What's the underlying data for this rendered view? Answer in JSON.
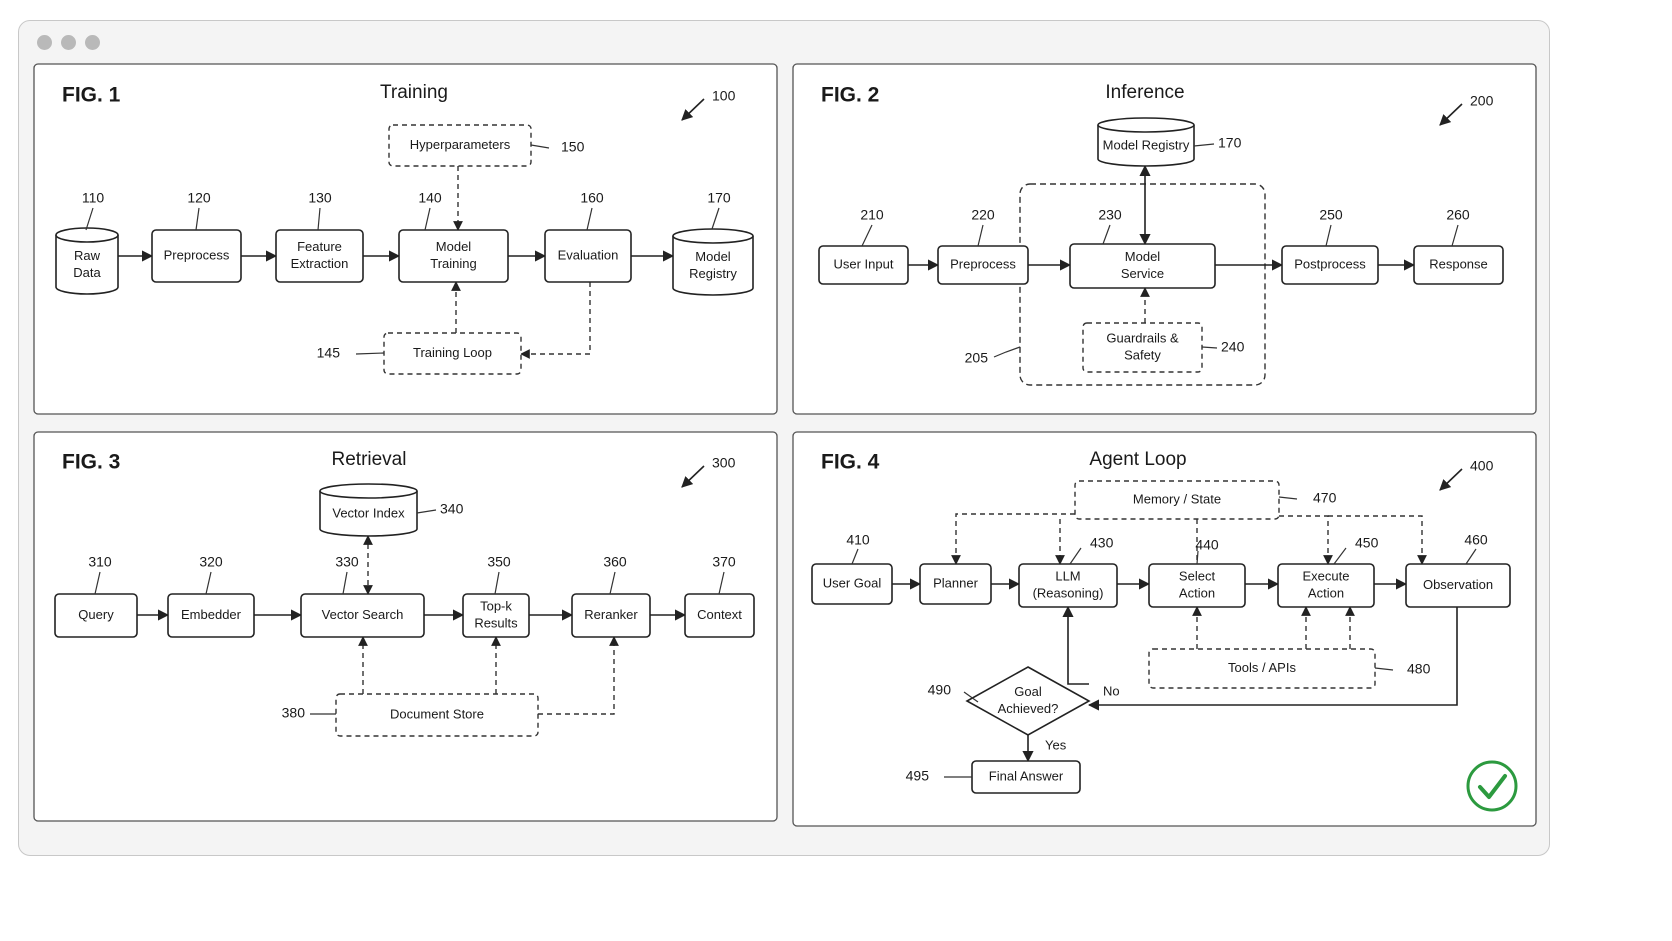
{
  "figures": [
    {
      "id": "fig1",
      "label": "FIG. 1",
      "title": "Training",
      "ref": "100",
      "nodes": [
        {
          "id": "raw-data",
          "shape": "cylinder",
          "lines": [
            "Raw",
            "Data"
          ],
          "ref": "110"
        },
        {
          "id": "preprocess",
          "shape": "box",
          "lines": [
            "Preprocess"
          ],
          "ref": "120"
        },
        {
          "id": "feature-extraction",
          "shape": "box",
          "lines": [
            "Feature",
            "Extraction"
          ],
          "ref": "130"
        },
        {
          "id": "model-training",
          "shape": "box",
          "lines": [
            "Model",
            "Training"
          ],
          "ref": "140"
        },
        {
          "id": "evaluation",
          "shape": "box",
          "lines": [
            "Evaluation"
          ],
          "ref": "160"
        },
        {
          "id": "model-registry",
          "shape": "cylinder",
          "lines": [
            "Model",
            "Registry"
          ],
          "ref": "170"
        },
        {
          "id": "hyperparameters",
          "shape": "dashed-box",
          "lines": [
            "Hyperparameters"
          ],
          "ref": "150"
        },
        {
          "id": "training-loop",
          "shape": "dashed-box",
          "lines": [
            "Training Loop"
          ],
          "ref": "145"
        }
      ],
      "edges": [
        {
          "from": "raw-data",
          "to": "preprocess",
          "style": "solid"
        },
        {
          "from": "preprocess",
          "to": "feature-extraction",
          "style": "solid"
        },
        {
          "from": "feature-extraction",
          "to": "model-training",
          "style": "solid"
        },
        {
          "from": "model-training",
          "to": "evaluation",
          "style": "solid"
        },
        {
          "from": "evaluation",
          "to": "model-registry",
          "style": "solid"
        },
        {
          "from": "hyperparameters",
          "to": "model-training",
          "style": "dashed"
        },
        {
          "from": "evaluation",
          "to": "training-loop",
          "style": "dashed"
        },
        {
          "from": "training-loop",
          "to": "model-training",
          "style": "dashed"
        }
      ]
    },
    {
      "id": "fig2",
      "label": "FIG. 2",
      "title": "Inference",
      "ref": "200",
      "region": {
        "name": "serving-region",
        "ref": "205"
      },
      "nodes": [
        {
          "id": "user-input",
          "shape": "box",
          "lines": [
            "User Input"
          ],
          "ref": "210"
        },
        {
          "id": "preprocess",
          "shape": "box",
          "lines": [
            "Preprocess"
          ],
          "ref": "220"
        },
        {
          "id": "model-service",
          "shape": "box",
          "lines": [
            "Model",
            "Service"
          ],
          "ref": "230"
        },
        {
          "id": "guardrails",
          "shape": "dashed-box",
          "lines": [
            "Guardrails &",
            "Safety"
          ],
          "ref": "240"
        },
        {
          "id": "postprocess",
          "shape": "box",
          "lines": [
            "Postprocess"
          ],
          "ref": "250"
        },
        {
          "id": "response",
          "shape": "box",
          "lines": [
            "Response"
          ],
          "ref": "260"
        },
        {
          "id": "model-registry",
          "shape": "cylinder",
          "lines": [
            "Model Registry"
          ],
          "ref": "170"
        }
      ],
      "edges": [
        {
          "from": "user-input",
          "to": "preprocess",
          "style": "solid"
        },
        {
          "from": "preprocess",
          "to": "model-service",
          "style": "solid"
        },
        {
          "from": "model-service",
          "to": "postprocess",
          "style": "solid"
        },
        {
          "from": "postprocess",
          "to": "response",
          "style": "solid"
        },
        {
          "from": "model-service",
          "to": "model-registry",
          "style": "solid",
          "bidirectional": true
        },
        {
          "from": "guardrails",
          "to": "model-service",
          "style": "dashed"
        }
      ]
    },
    {
      "id": "fig3",
      "label": "FIG. 3",
      "title": "Retrieval",
      "ref": "300",
      "nodes": [
        {
          "id": "query",
          "shape": "box",
          "lines": [
            "Query"
          ],
          "ref": "310"
        },
        {
          "id": "embedder",
          "shape": "box",
          "lines": [
            "Embedder"
          ],
          "ref": "320"
        },
        {
          "id": "vector-search",
          "shape": "box",
          "lines": [
            "Vector Search"
          ],
          "ref": "330"
        },
        {
          "id": "topk-results",
          "shape": "box",
          "lines": [
            "Top-k",
            "Results"
          ],
          "ref": "350"
        },
        {
          "id": "reranker",
          "shape": "box",
          "lines": [
            "Reranker"
          ],
          "ref": "360"
        },
        {
          "id": "context",
          "shape": "box",
          "lines": [
            "Context"
          ],
          "ref": "370"
        },
        {
          "id": "vector-index",
          "shape": "cylinder",
          "lines": [
            "Vector Index"
          ],
          "ref": "340"
        },
        {
          "id": "document-store",
          "shape": "dashed-box",
          "lines": [
            "Document Store"
          ],
          "ref": "380"
        }
      ],
      "edges": [
        {
          "from": "query",
          "to": "embedder",
          "style": "solid"
        },
        {
          "from": "embedder",
          "to": "vector-search",
          "style": "solid"
        },
        {
          "from": "vector-search",
          "to": "topk-results",
          "style": "solid"
        },
        {
          "from": "topk-results",
          "to": "reranker",
          "style": "solid"
        },
        {
          "from": "reranker",
          "to": "context",
          "style": "solid"
        },
        {
          "from": "vector-search",
          "to": "vector-index",
          "style": "dashed",
          "bidirectional": true
        },
        {
          "from": "document-store",
          "to": "vector-search",
          "style": "dashed"
        },
        {
          "from": "document-store",
          "to": "topk-results",
          "style": "dashed"
        },
        {
          "from": "document-store",
          "to": "reranker",
          "style": "dashed"
        }
      ]
    },
    {
      "id": "fig4",
      "label": "FIG. 4",
      "title": "Agent Loop",
      "ref": "400",
      "nodes": [
        {
          "id": "user-goal",
          "shape": "box",
          "lines": [
            "User Goal"
          ],
          "ref": "410"
        },
        {
          "id": "planner",
          "shape": "box",
          "lines": [
            "Planner"
          ],
          "ref": ""
        },
        {
          "id": "llm",
          "shape": "box",
          "lines": [
            "LLM",
            "(Reasoning)"
          ],
          "ref": "430"
        },
        {
          "id": "select-action",
          "shape": "box",
          "lines": [
            "Select",
            "Action"
          ],
          "ref": "440"
        },
        {
          "id": "execute-action",
          "shape": "box",
          "lines": [
            "Execute",
            "Action"
          ],
          "ref": "450"
        },
        {
          "id": "observation",
          "shape": "box",
          "lines": [
            "Observation"
          ],
          "ref": "460"
        },
        {
          "id": "memory-state",
          "shape": "dashed-box",
          "lines": [
            "Memory / State"
          ],
          "ref": "470"
        },
        {
          "id": "tools-apis",
          "shape": "dashed-box",
          "lines": [
            "Tools  / APIs"
          ],
          "ref": "480"
        },
        {
          "id": "goal-achieved",
          "shape": "diamond",
          "lines": [
            "Goal",
            "Achieved?"
          ],
          "ref": "490"
        },
        {
          "id": "final-answer",
          "shape": "box",
          "lines": [
            "Final Answer"
          ],
          "ref": "495"
        }
      ],
      "edge_labels": {
        "no": "No",
        "yes": "Yes"
      },
      "edges": [
        {
          "from": "user-goal",
          "to": "planner",
          "style": "solid"
        },
        {
          "from": "planner",
          "to": "llm",
          "style": "solid"
        },
        {
          "from": "llm",
          "to": "select-action",
          "style": "solid"
        },
        {
          "from": "select-action",
          "to": "execute-action",
          "style": "solid"
        },
        {
          "from": "execute-action",
          "to": "observation",
          "style": "solid"
        },
        {
          "from": "observation",
          "to": "goal-achieved",
          "style": "solid"
        },
        {
          "from": "goal-achieved",
          "to": "llm",
          "style": "solid",
          "label": "No"
        },
        {
          "from": "goal-achieved",
          "to": "final-answer",
          "style": "solid",
          "label": "Yes"
        },
        {
          "from": "memory-state",
          "to": "planner",
          "style": "dashed"
        },
        {
          "from": "memory-state",
          "to": "llm",
          "style": "dashed"
        },
        {
          "from": "memory-state",
          "to": "select-action",
          "style": "dashed"
        },
        {
          "from": "memory-state",
          "to": "execute-action",
          "style": "dashed"
        },
        {
          "from": "memory-state",
          "to": "observation",
          "style": "dashed"
        },
        {
          "from": "tools-apis",
          "to": "select-action",
          "style": "dashed"
        },
        {
          "from": "tools-apis",
          "to": "execute-action",
          "style": "dashed"
        }
      ]
    }
  ],
  "status": {
    "icon": "check-circle-icon",
    "color": "#2c9a3f"
  }
}
